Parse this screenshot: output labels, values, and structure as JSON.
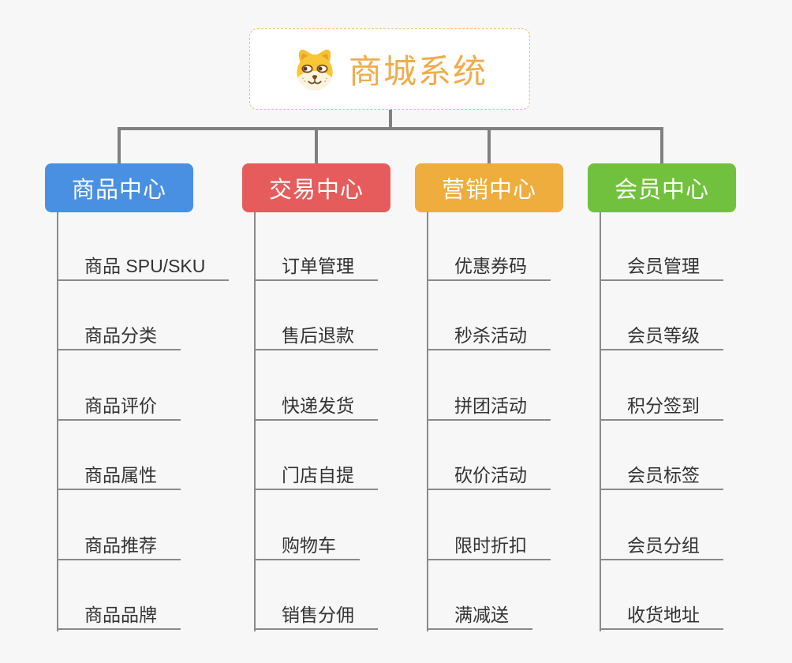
{
  "page": {
    "background": "#f7f7f7"
  },
  "root": {
    "title": "商城系统",
    "title_color": "#efac4b",
    "border_color": "#f0bd6e",
    "icon": "dog-face-icon"
  },
  "connector_color": "#808080",
  "branch_line_color": "#8a8a8a",
  "leaf_text_color": "#333333",
  "branches": [
    {
      "label": "商品中心",
      "color": "#4a90e2",
      "children": [
        "商品 SPU/SKU",
        "商品分类",
        "商品评价",
        "商品属性",
        "商品推荐",
        "商品品牌"
      ]
    },
    {
      "label": "交易中心",
      "color": "#e65c5c",
      "children": [
        "订单管理",
        "售后退款",
        "快递发货",
        "门店自提",
        "购物车",
        "销售分佣"
      ]
    },
    {
      "label": "营销中心",
      "color": "#efad3e",
      "children": [
        "优惠券码",
        "秒杀活动",
        "拼团活动",
        "砍价活动",
        "限时折扣",
        "满减送"
      ]
    },
    {
      "label": "会员中心",
      "color": "#72c13e",
      "children": [
        "会员管理",
        "会员等级",
        "积分签到",
        "会员标签",
        "会员分组",
        "收货地址"
      ]
    }
  ]
}
